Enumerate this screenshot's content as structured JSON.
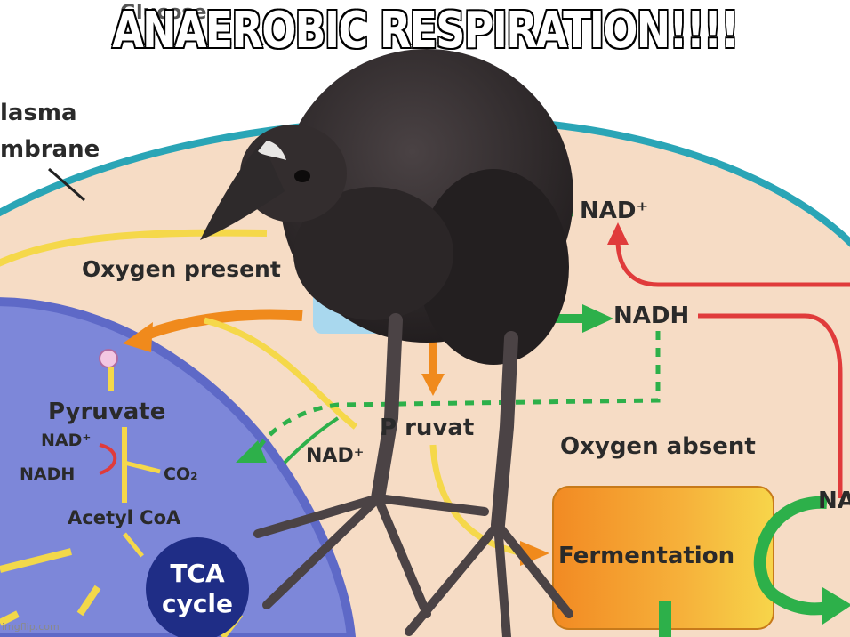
{
  "meme": {
    "caption": "ANAEROBIC RESPIRATION!!!!",
    "watermark": "imgflip.com"
  },
  "diagram": {
    "glucose_label": "Glucose",
    "plasma_membrane_line1": "lasma",
    "plasma_membrane_line2": "mbrane",
    "oxygen_present": "Oxygen present",
    "oxygen_absent": "Oxygen absent",
    "pyruvate_mito": "Pyruvate",
    "pyruvate_cytosol": "P ruvat",
    "nad_plus_top": "NAD⁺",
    "nadh_right": "NADH",
    "nad_plus_center": "NAD⁺",
    "nad_plus_mito": "NAD⁺",
    "nadh_mito": "NADH",
    "co2": "CO₂",
    "acetyl_coa": "Acetyl CoA",
    "tca_line1": "TCA",
    "tca_line2": "cycle",
    "fermentation": "Fermentation",
    "na_cut": "NA"
  },
  "colors": {
    "cytoplasm": "#f6dcc5",
    "membrane": "#2aa5b6",
    "mitochondrion": "#7d87d9",
    "mito_outline": "#5e69c7",
    "tca_circle": "#1f2d86",
    "red_arrow": "#e03b3b",
    "green_arrow": "#2db04a",
    "orange_arrow": "#f08a1c",
    "yellow_arrow": "#f5d84a",
    "fermentation_box": "#f6b23b",
    "bird": "#2b2627"
  },
  "icons": [
    "bird-photo-icon"
  ]
}
